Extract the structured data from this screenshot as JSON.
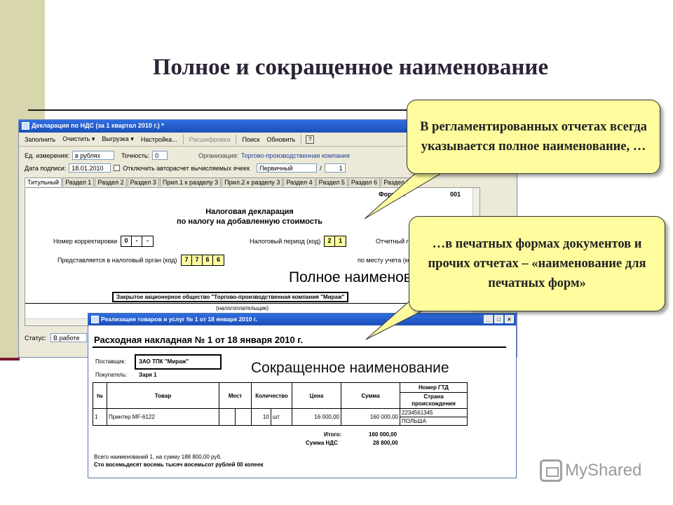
{
  "slide": {
    "title": "Полное и сокращенное наименование"
  },
  "win1": {
    "title": "Декларация по НДС (за 1 квартал 2010 г.) *",
    "toolbar": [
      "Заполнить",
      "Очистить ▾",
      "Выгрузка ▾",
      "Настройка...",
      "Расшифровка",
      "Поиск",
      "Обновить",
      "?"
    ],
    "unit_label": "Ед. измерения:",
    "unit_value": "в рублях",
    "precision_label": "Точность:",
    "precision_value": "0",
    "org_label": "Организация:",
    "org_value": "Торгово-производственная компания",
    "date_label": "Дата подписи:",
    "date_value": "18.01.2010",
    "autocalc_label": "Отключить авторасчет вычисляемых ячеек",
    "kind_value": "Первичный",
    "slash": "/",
    "corr_number": "1",
    "tabs": [
      "Титульный",
      "Раздел 1",
      "Раздел 2",
      "Раздел 3",
      "Прил.1 к разделу 3",
      "Прил.2 к разделу 3",
      "Раздел 4",
      "Раздел 5",
      "Раздел 6",
      "Раздел 7"
    ],
    "form_label": "Форма п",
    "form_code": "001",
    "doc_title_1": "Налоговая декларация",
    "doc_title_2": "по налогу на добавленную стоимость",
    "corr_label": "Номер корректировки",
    "corr_cells": [
      "0",
      "-",
      "-"
    ],
    "period_label": "Налоговый период (код)",
    "period_cells": [
      "2",
      "1"
    ],
    "report_year_label": "Отчетный год",
    "authority_label": "Представляется в налоговый орган (код)",
    "authority_cells": [
      "7",
      "7",
      "6",
      "6"
    ],
    "place_label": "по месту учета (ко",
    "full_name_caption": "Полное наименование",
    "company_full": "Закрытое акционерное общество \"Торгово-производственная компания \"Мираж\"",
    "taxpayer_label": "(налогоплательщик)",
    "status_label": "Статус:",
    "status_value": "В работе"
  },
  "callout1": "В регламентированных отчетах всегда указывается полное наименование, …",
  "callout2": "…в печатных формах документов и прочих отчетах – «наименование для печатных форм»",
  "win2": {
    "title": "Реализация товаров и услуг № 1 от 18 января 2010 г.",
    "doc_title": "Расходная накладная № 1 от 18 января 2010 г.",
    "supplier_label": "Поставщик:",
    "supplier_value": "ЗАО ТПК \"Мираж\"",
    "buyer_label": "Покупатель:",
    "buyer_value": "Заря 1",
    "short_name_caption": "Сокращенное наименование",
    "table_headers": [
      "№",
      "Товар",
      "Мест",
      "Количество",
      "Цена",
      "Сумма",
      "Номер ГТД"
    ],
    "country_header": "Страна происхождения",
    "row": {
      "n": "1",
      "item": "Принтер MF-6122",
      "qty": "10",
      "unit": "шт",
      "price": "16 000,00",
      "sum": "160 000,00",
      "gtd": "2234561345",
      "country": "ПОЛЬША"
    },
    "total_label": "Итого:",
    "total_value": "160 000,00",
    "vat_label": "Сумма НДС",
    "vat_value": "28 800,00",
    "footer_count": "Всего наименований 1, на сумму 188 800,00 руб.",
    "footer_words": "Сто восемьдесят восемь тысяч восемьсот рублей 00 копеек"
  },
  "watermark": "MyShared"
}
